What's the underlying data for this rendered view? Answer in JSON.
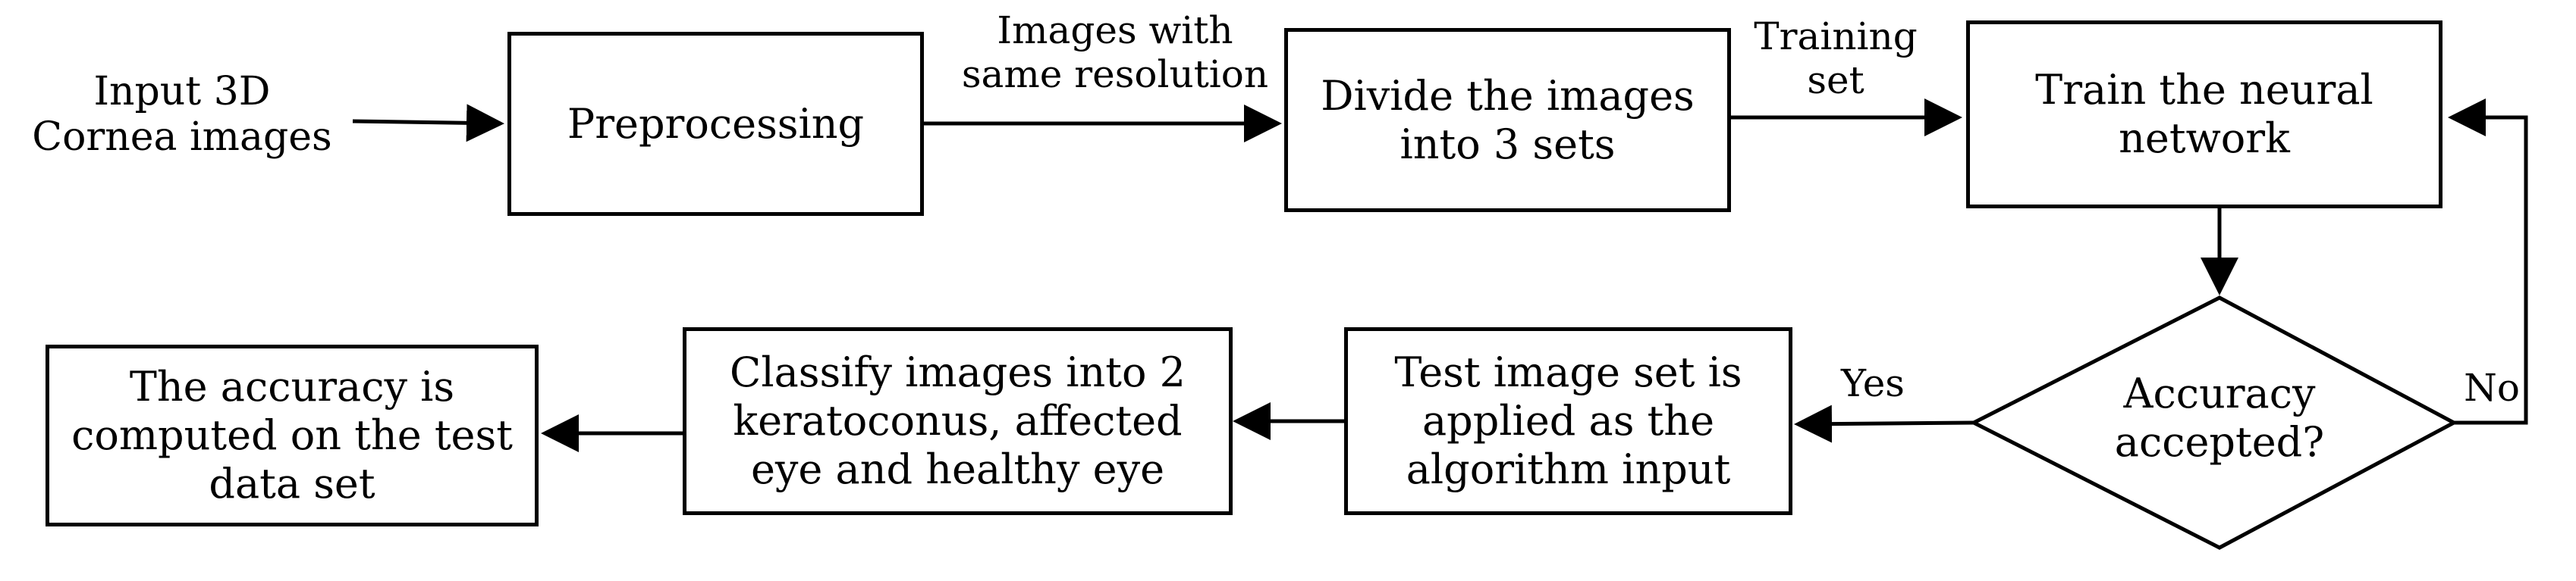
{
  "nodes": {
    "input": "Input 3D Cornea images",
    "preprocessing": "Preprocessing",
    "divide": "Divide the images into 3 sets",
    "train": "Train the neural network",
    "accuracy_decision": "Accuracy accepted?",
    "test_input": "Test image set is applied as the algorithm input",
    "classify": "Classify images into 2 keratoconus, affected eye and healthy eye",
    "accuracy_computed": "The accuracy is computed on the test data set"
  },
  "edge_labels": {
    "same_resolution": "Images with same resolution",
    "training_set": "Training set",
    "yes": "Yes",
    "no": "No"
  }
}
